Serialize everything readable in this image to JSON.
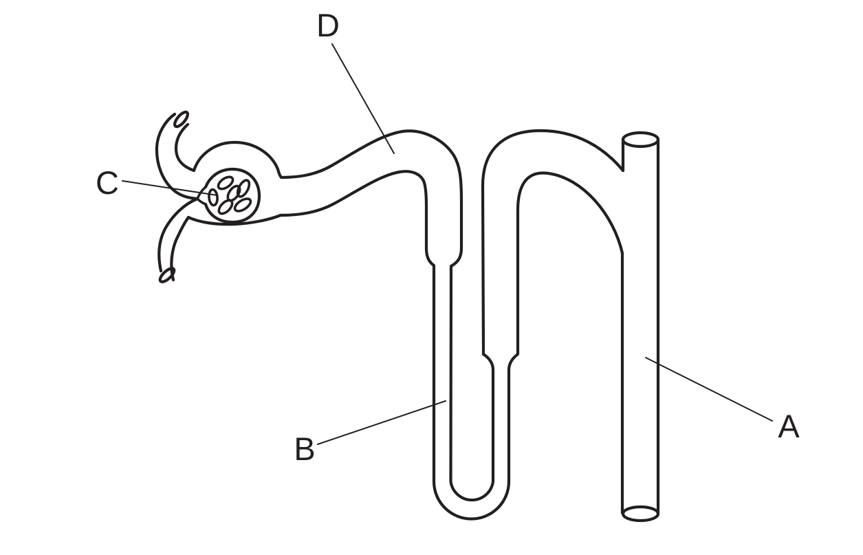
{
  "figure": {
    "background_color": "#ffffff",
    "line_color": "#231f20",
    "labels": [
      {
        "id": "A",
        "text": "A"
      },
      {
        "id": "B",
        "text": "B"
      },
      {
        "id": "C",
        "text": "C"
      },
      {
        "id": "D",
        "text": "D"
      }
    ]
  }
}
